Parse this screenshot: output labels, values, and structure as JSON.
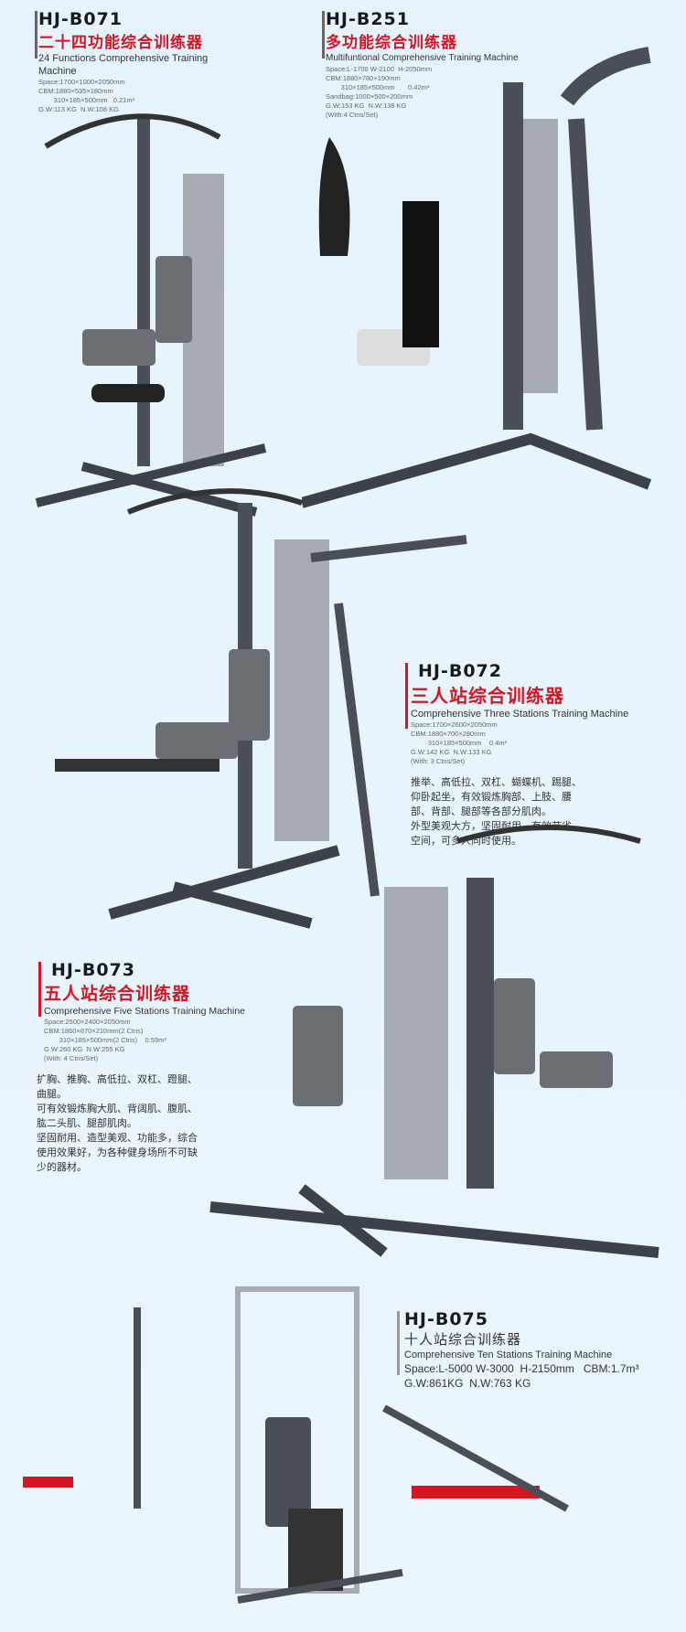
{
  "products": [
    {
      "code": "HJ-B071",
      "name_cn": "二十四功能综合训练器",
      "name_en": "24 Functions Comprehensive Training Machine",
      "specs": [
        "Space:1700×1000×2050mm",
        "CBM:1880×535×180mm",
        "        310×185×500mm   0.21m³",
        "G.W:113 KG  N.W:108 KG"
      ]
    },
    {
      "code": "HJ-B251",
      "name_cn": "多功能综合训练器",
      "name_en": "Multifuntional Comprehensive Training Machine",
      "specs": [
        "Space:L-1700 W-2100  H-2050mm",
        "CBM:1880×780×190mm",
        "        310×185×500mm       0.42m³",
        "Sandbag:1000×500×200mm",
        "G.W:153 KG  N.W:138 KG",
        "(With:4 Ctns/Set)"
      ]
    },
    {
      "code": "HJ-B072",
      "name_cn": "三人站综合训练器",
      "name_en": "Comprehensive Three Stations Training Machine",
      "specs": [
        "Space:1700×2600×2050mm",
        "CBM:1880×700×280mm",
        "         310×185×500mm    0.4m³",
        "G.W:142 KG  N.W:133 KG",
        "(With: 3 Ctns/Set)"
      ],
      "description": [
        "推举、高低拉、双杠、蝴蝶机、踢腿、",
        "仰卧起坐，有效锻炼胸部、上肢、腰",
        "部、背部、腿部等各部分肌肉。",
        "外型美观大方，坚固耐用，有效节省",
        "空间，可多人同时使用。"
      ]
    },
    {
      "code": "HJ-B073",
      "name_cn": "五人站综合训练器",
      "name_en": "Comprehensive Five Stations Training Machine",
      "specs": [
        "Space:2500×2400×2050mm",
        "CBM:1860×670×210mm(2 Ctns)",
        "        310×185×500mm(2 Ctns)    0.59m³",
        "G.W:260 KG  N.W:255 KG",
        "(With: 4 Ctns/Set)"
      ],
      "description": [
        "扩胸、推胸、高低拉、双杠、蹬腿、",
        "曲腿。",
        "可有效锻炼胸大肌、背阔肌、腹肌、",
        "肱二头肌、腿部肌肉。",
        "坚固耐用、造型美观、功能多，综合",
        "使用效果好，为各种健身场所不可缺",
        "少的器材。"
      ]
    },
    {
      "code": "HJ-B075",
      "name_cn": "十人站综合训练器",
      "name_en": "Comprehensive Ten Stations Training Machine",
      "specs": [
        "Space:L-5000 W-3000  H-2150mm   CBM:1.7m³",
        "G.W:861KG  N.W:763 KG"
      ]
    }
  ],
  "colors": {
    "accent": "#d9131f",
    "frame": "#4a4f57",
    "steel": "#a7acb3",
    "pad": "#6b6f74"
  }
}
